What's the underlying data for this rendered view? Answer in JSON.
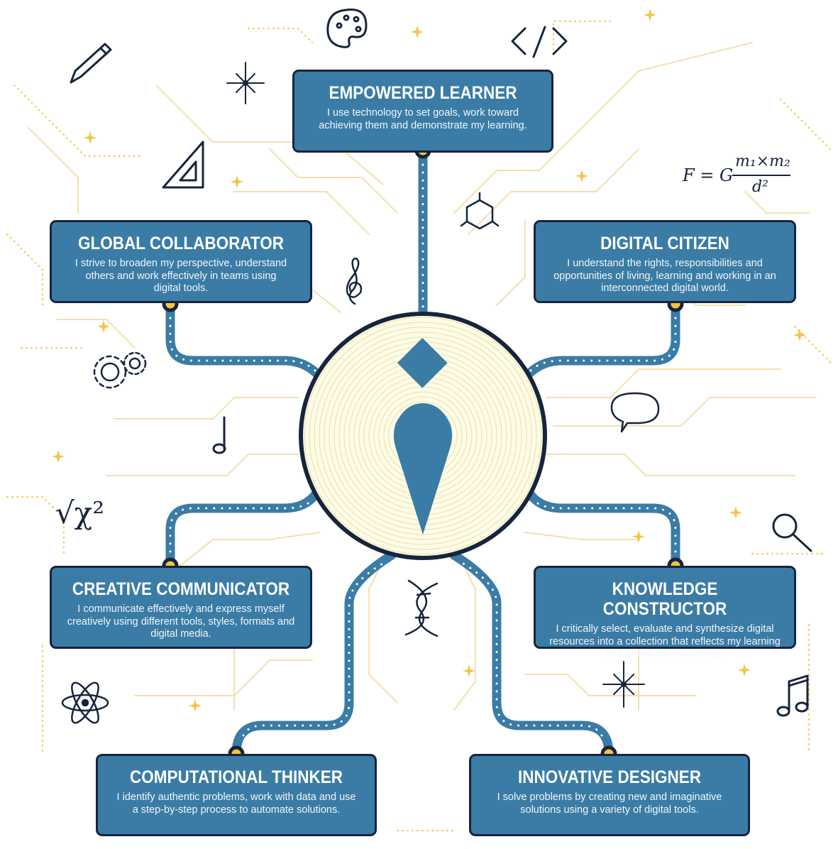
{
  "cards": {
    "empowered_learner": {
      "title": "EMPOWERED LEARNER",
      "description": "I use technology to set goals, work toward achieving them and demonstrate my learning."
    },
    "global_collaborator": {
      "title": "GLOBAL COLLABORATOR",
      "description": "I strive to broaden my perspective, understand others and work effectively in teams using digital tools."
    },
    "digital_citizen": {
      "title": "DIGITAL CITIZEN",
      "description": "I understand the rights, responsibilities and opportunities of living, learning and working in an interconnected digital world."
    },
    "creative_communicator": {
      "title": "CREATIVE COMMUNICATOR",
      "description": "I communicate effectively and express myself creatively using different tools, styles, formats and digital media."
    },
    "knowledge_constructor": {
      "title": "KNOWLEDGE CONSTRUCTOR",
      "description": "I critically select, evaluate and synthesize digital resources into a collection that reflects my learning and builds my knowledge."
    },
    "computational_thinker": {
      "title": "COMPUTATIONAL THINKER",
      "description": "I identify authentic problems, work with data and use a step-by-step process to automate solutions."
    },
    "innovative_designer": {
      "title": "INNOVATIVE DESIGNER",
      "description": "I solve problems by creating new and imaginative solutions using a variety of digital tools."
    }
  },
  "formulas": {
    "gravity_lhs": "F = G",
    "gravity_num": "m₁×m₂",
    "gravity_den": "d²",
    "chi": "√χ²"
  },
  "colors": {
    "card": "#3a7ca5",
    "outline": "#17243d",
    "accent": "#f5c342",
    "trace": "#f3dfb0"
  },
  "icons": [
    "palette-icon",
    "code-icon",
    "pencil-icon",
    "compass-star-icon",
    "triangle-ruler-icon",
    "benzene-icon",
    "treble-clef-icon",
    "gears-icon",
    "music-note-icon",
    "speech-bubble-icon",
    "magnifier-icon",
    "dna-icon",
    "atom-icon",
    "double-note-icon",
    "sparkle-icon"
  ]
}
